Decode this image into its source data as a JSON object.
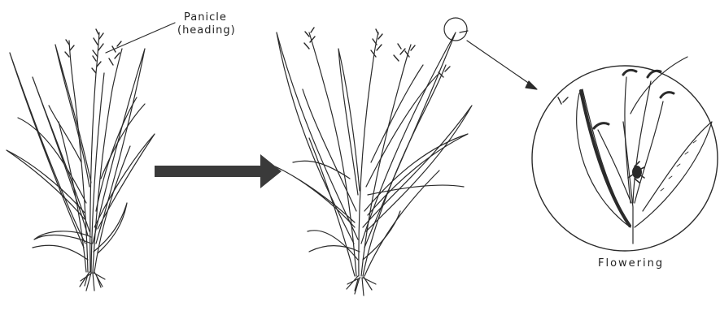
{
  "labels": {
    "panicle_line1": "Panicle",
    "panicle_line2": "(heading)",
    "flowering": "Flowering"
  },
  "colors": {
    "ink": "#2b2b2b",
    "arrow": "#3a3a3a",
    "background": "#ffffff"
  }
}
